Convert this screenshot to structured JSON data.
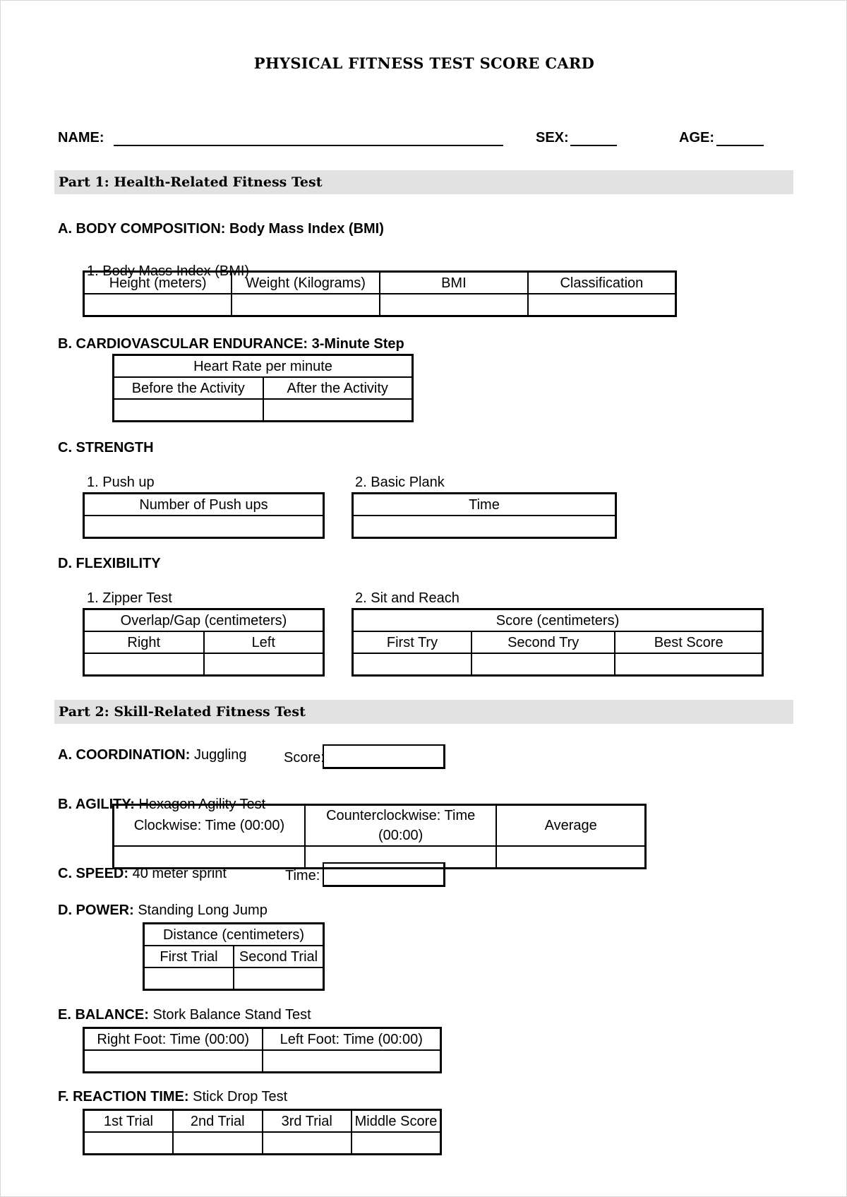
{
  "title": "PHYSICAL FITNESS TEST SCORE CARD",
  "header": {
    "name_label": "NAME:",
    "sex_label": "SEX:",
    "age_label": "AGE:"
  },
  "part1": {
    "heading": "Part 1: Health-Related Fitness Test",
    "body_composition": {
      "label": "A. BODY COMPOSITION: Body Mass Index (BMI)",
      "sub_label": "1. Body Mass Index (BMI)",
      "columns": [
        "Height (meters)",
        "Weight (Kilograms)",
        "BMI",
        "Classification"
      ]
    },
    "cardio": {
      "label": "B. CARDIOVASCULAR ENDURANCE: 3-Minute Step",
      "group_header": "Heart Rate per minute",
      "columns": [
        "Before the Activity",
        "After the Activity"
      ]
    },
    "strength": {
      "label": "C. STRENGTH",
      "push_up": {
        "label": "1. Push up",
        "column": "Number of Push ups"
      },
      "plank": {
        "label": "2. Basic Plank",
        "column": "Time"
      }
    },
    "flexibility": {
      "label": "D. FLEXIBILITY",
      "zipper": {
        "label": "1. Zipper Test",
        "group_header": "Overlap/Gap (centimeters)",
        "columns": [
          "Right",
          "Left"
        ]
      },
      "sit_reach": {
        "label": "2. Sit and Reach",
        "group_header": "Score (centimeters)",
        "columns": [
          "First Try",
          "Second Try",
          "Best Score"
        ]
      }
    }
  },
  "part2": {
    "heading": "Part 2: Skill-Related Fitness Test",
    "coordination": {
      "label_bold": "A. COORDINATION:",
      "label_rest": "Juggling",
      "score_label": "Score:"
    },
    "agility": {
      "label_bold": "B. AGILITY:",
      "label_rest": "Hexagon Agility Test",
      "columns": [
        "Clockwise: Time (00:00)",
        "Counterclockwise: Time (00:00)",
        "Average"
      ]
    },
    "speed": {
      "label_bold": "C. SPEED:",
      "label_rest": "40 meter sprint",
      "time_label": "Time:"
    },
    "power": {
      "label_bold": "D. POWER:",
      "label_rest": "Standing Long Jump",
      "group_header": "Distance (centimeters)",
      "columns": [
        "First Trial",
        "Second Trial"
      ]
    },
    "balance": {
      "label_bold": "E. BALANCE:",
      "label_rest": "Stork Balance Stand Test",
      "columns": [
        "Right Foot: Time (00:00)",
        "Left Foot: Time (00:00)"
      ]
    },
    "reaction": {
      "label_bold": "F. REACTION TIME:",
      "label_rest": "Stick Drop Test",
      "columns": [
        "1st Trial",
        "2nd Trial",
        "3rd Trial",
        "Middle Score"
      ]
    }
  }
}
